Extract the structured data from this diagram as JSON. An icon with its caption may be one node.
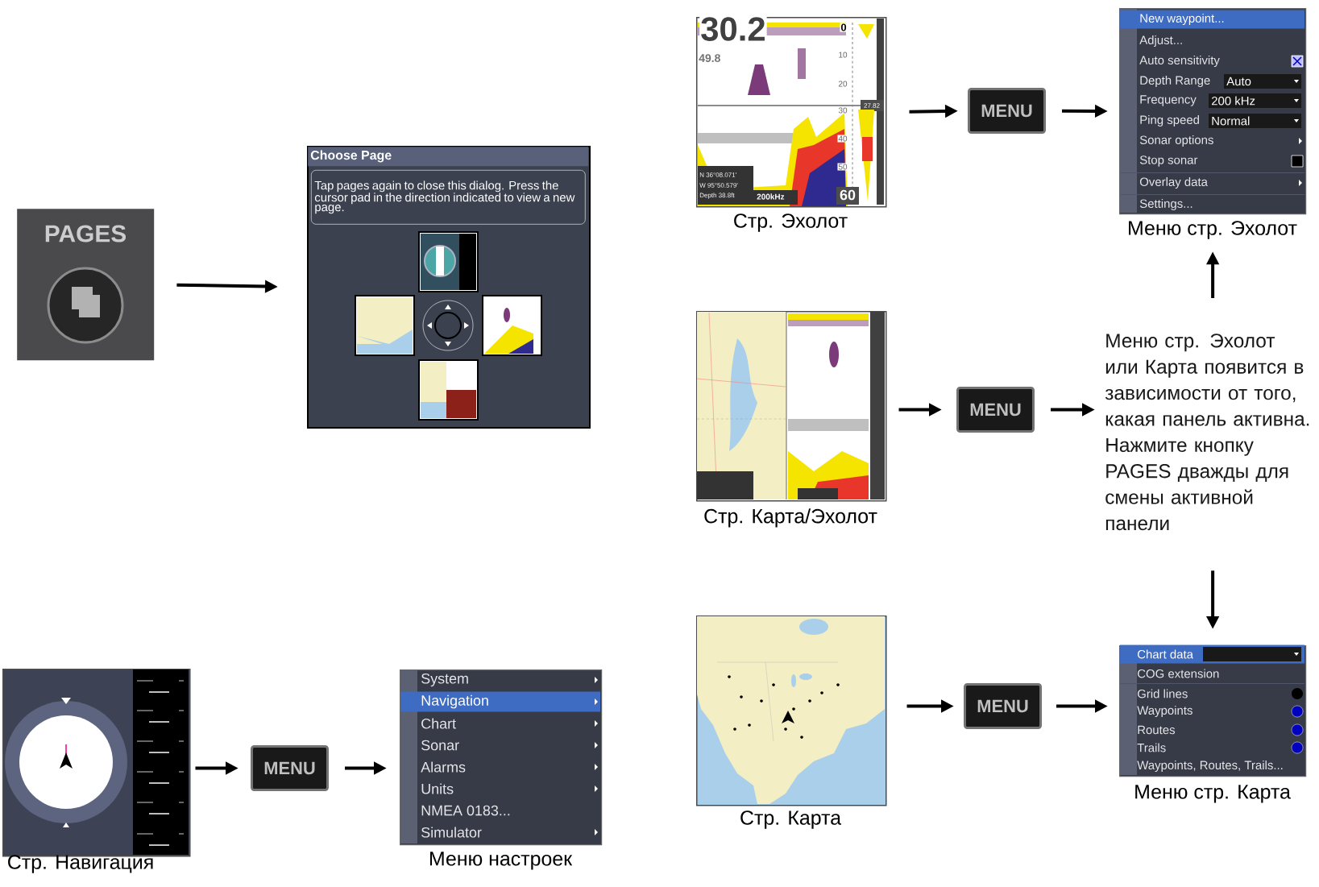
{
  "diagram": {
    "nodes": [
      {
        "text": [
          "PAGES"
        ]
      },
      {
        "text": [
          "Choose Page",
          "Tap pages again to close this dialog. Press the cursor pad in the direction indicated to view a new page."
        ]
      },
      {
        "text": [
          "30.2",
          "49.8",
          "0",
          "10",
          "20",
          "30",
          "40",
          "50",
          "60",
          "27.82",
          "N 36°08.071'",
          "W 95°50.579'",
          "Depth 38.8ft",
          "200kHz"
        ],
        "beside": [
          "Стр. Эхолот"
        ]
      },
      {
        "text": [
          "MENU"
        ]
      },
      {
        "text": [
          "New waypoint...",
          "Adjust...",
          "Auto sensitivity",
          "Depth Range",
          "Auto",
          "Frequency",
          "200 kHz",
          "Ping speed",
          "Normal",
          "Sonar options",
          "Stop sonar",
          "Overlay data",
          "Settings..."
        ],
        "beside": [
          "Меню стр. Эхолот"
        ]
      },
      {
        "text": [],
        "shape": "picture",
        "beside": [
          "Стр. Карта/Эхолот"
        ]
      },
      {
        "text": [
          "MENU"
        ]
      },
      {
        "text": [
          "Меню стр. Эхолот или Карта появится в зависимости от того, какая панель активна. Нажмите кнопку PAGES дважды для смены активной панели"
        ]
      },
      {
        "text": [],
        "shape": "picture",
        "beside": [
          "Стр. Карта"
        ]
      },
      {
        "text": [
          "MENU"
        ]
      },
      {
        "text": [
          "Chart data",
          "COG extension",
          "Grid lines",
          "Waypoints",
          "Routes",
          "Trails",
          "Waypoints, Routes, Trails..."
        ],
        "beside": [
          "Меню стр. Карта"
        ]
      },
      {
        "text": [],
        "shape": "picture",
        "beside": [
          "Стр. Навигация"
        ]
      },
      {
        "text": [
          "MENU"
        ]
      },
      {
        "text": [
          "System",
          "Navigation",
          "Chart",
          "Sonar",
          "Alarms",
          "Units",
          "NMEA 0183...",
          "Simulator"
        ],
        "beside": [
          "Меню настроек"
        ]
      }
    ],
    "edges": [
      {
        "from": 0,
        "to": 1,
        "arrow": "to"
      },
      {
        "from": 2,
        "to": 3,
        "arrow": "to"
      },
      {
        "from": 3,
        "to": 4,
        "arrow": "to"
      },
      {
        "from": 5,
        "to": 6,
        "arrow": "to"
      },
      {
        "from": 6,
        "to": 7,
        "arrow": "to"
      },
      {
        "from": 7,
        "to": 4,
        "arrow": "to"
      },
      {
        "from": 7,
        "to": 10,
        "arrow": "to"
      },
      {
        "from": 8,
        "to": 9,
        "arrow": "to"
      },
      {
        "from": 9,
        "to": 10,
        "arrow": "to"
      },
      {
        "from": 11,
        "to": 12,
        "arrow": "to"
      },
      {
        "from": 12,
        "to": 13,
        "arrow": "to"
      }
    ]
  }
}
